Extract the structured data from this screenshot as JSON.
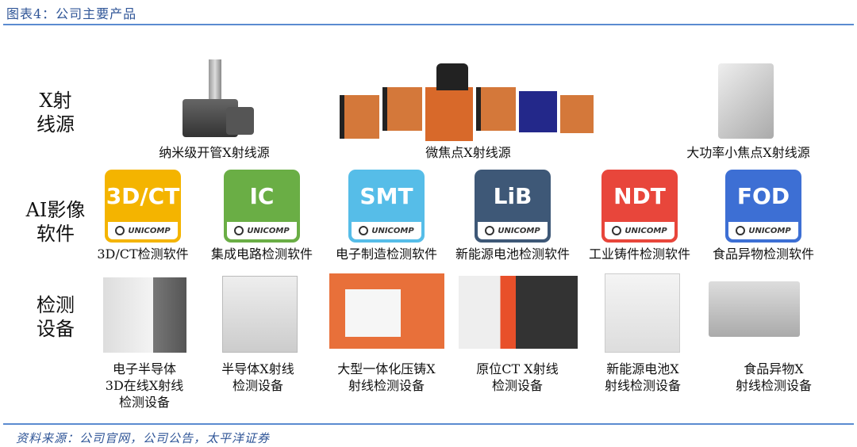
{
  "header": {
    "title": "图表4：公司主要产品"
  },
  "rows": {
    "xray": "X射\n线源",
    "software": "AI影像\n软件",
    "equipment": "检测\n设备"
  },
  "xray_sources": [
    "纳米级开管X射线源",
    "微焦点X射线源",
    "大功率小焦点X射线源"
  ],
  "software": [
    {
      "code": "3D/CT",
      "label": "3D/CT检测软件",
      "color": "#f4b400"
    },
    {
      "code": "IC",
      "label": "集成电路检测软件",
      "color": "#6aae45"
    },
    {
      "code": "SMT",
      "label": "电子制造检测软件",
      "color": "#56bde8"
    },
    {
      "code": "LiB",
      "label": "新能源电池检测软件",
      "color": "#3e5877"
    },
    {
      "code": "NDT",
      "label": "工业铸件检测软件",
      "color": "#e8463b"
    },
    {
      "code": "FOD",
      "label": "食品异物检测软件",
      "color": "#3d6fd4"
    }
  ],
  "brand": "UNICOMP",
  "equipment": [
    {
      "line1": "电子半导体",
      "line2": "3D在线X射线",
      "line3": "检测设备"
    },
    {
      "line1": "半导体X射线",
      "line2": "检测设备"
    },
    {
      "line1": "大型一体化压铸X",
      "line2": "射线检测设备"
    },
    {
      "line1": "原位CT  X射线",
      "line2": "检测设备"
    },
    {
      "line1": "新能源电池X",
      "line2": "射线检测设备"
    },
    {
      "line1": "食品异物X",
      "line2": "射线检测设备"
    }
  ],
  "footer": {
    "source": "资料来源：公司官网，公司公告，太平洋证券"
  }
}
